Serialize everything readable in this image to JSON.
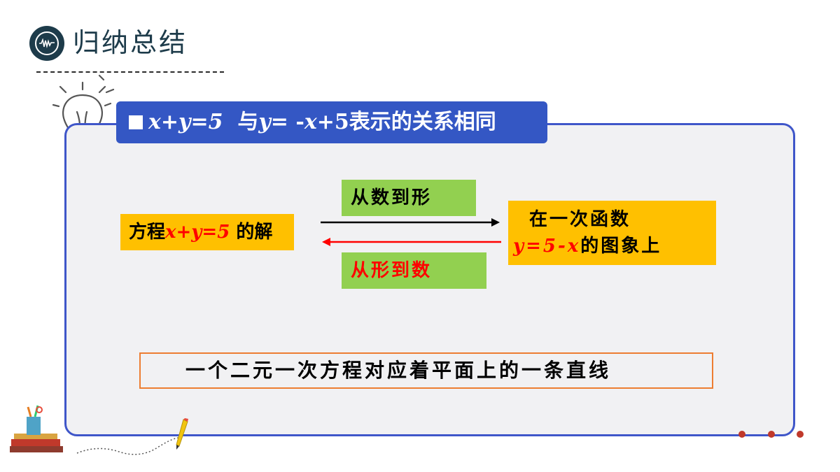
{
  "header": {
    "title": "归纳总结"
  },
  "banner": {
    "eq1": "x+y=5",
    "mid": "与",
    "eq2_y": "y",
    "eq2_rest": "= -",
    "eq2_x": "x",
    "eq2_tail": "+5",
    "suffix": "表示的关系相同"
  },
  "left_box": {
    "prefix": "方程",
    "equation": "x+y=5",
    "suffix": " 的解"
  },
  "forward_label": "从数到形",
  "backward_label": "从形到数",
  "right_box": {
    "line1": "在一次函数",
    "equation": "y=5-x",
    "suffix": "的图象上"
  },
  "conclusion": "一个二元一次方程对应着平面上的一条直线",
  "colors": {
    "banner": "#3457c4",
    "card_border": "#3f56c9",
    "yellow_box": "#ffc000",
    "green_box": "#92d050",
    "highlight_red": "#ff0000",
    "conclusion_border": "#ed7d31",
    "logo": "#1d3b4a"
  },
  "icons": [
    "waveform-icon",
    "lightbulb-icon",
    "books-pencil-icon",
    "pencil-icon"
  ]
}
